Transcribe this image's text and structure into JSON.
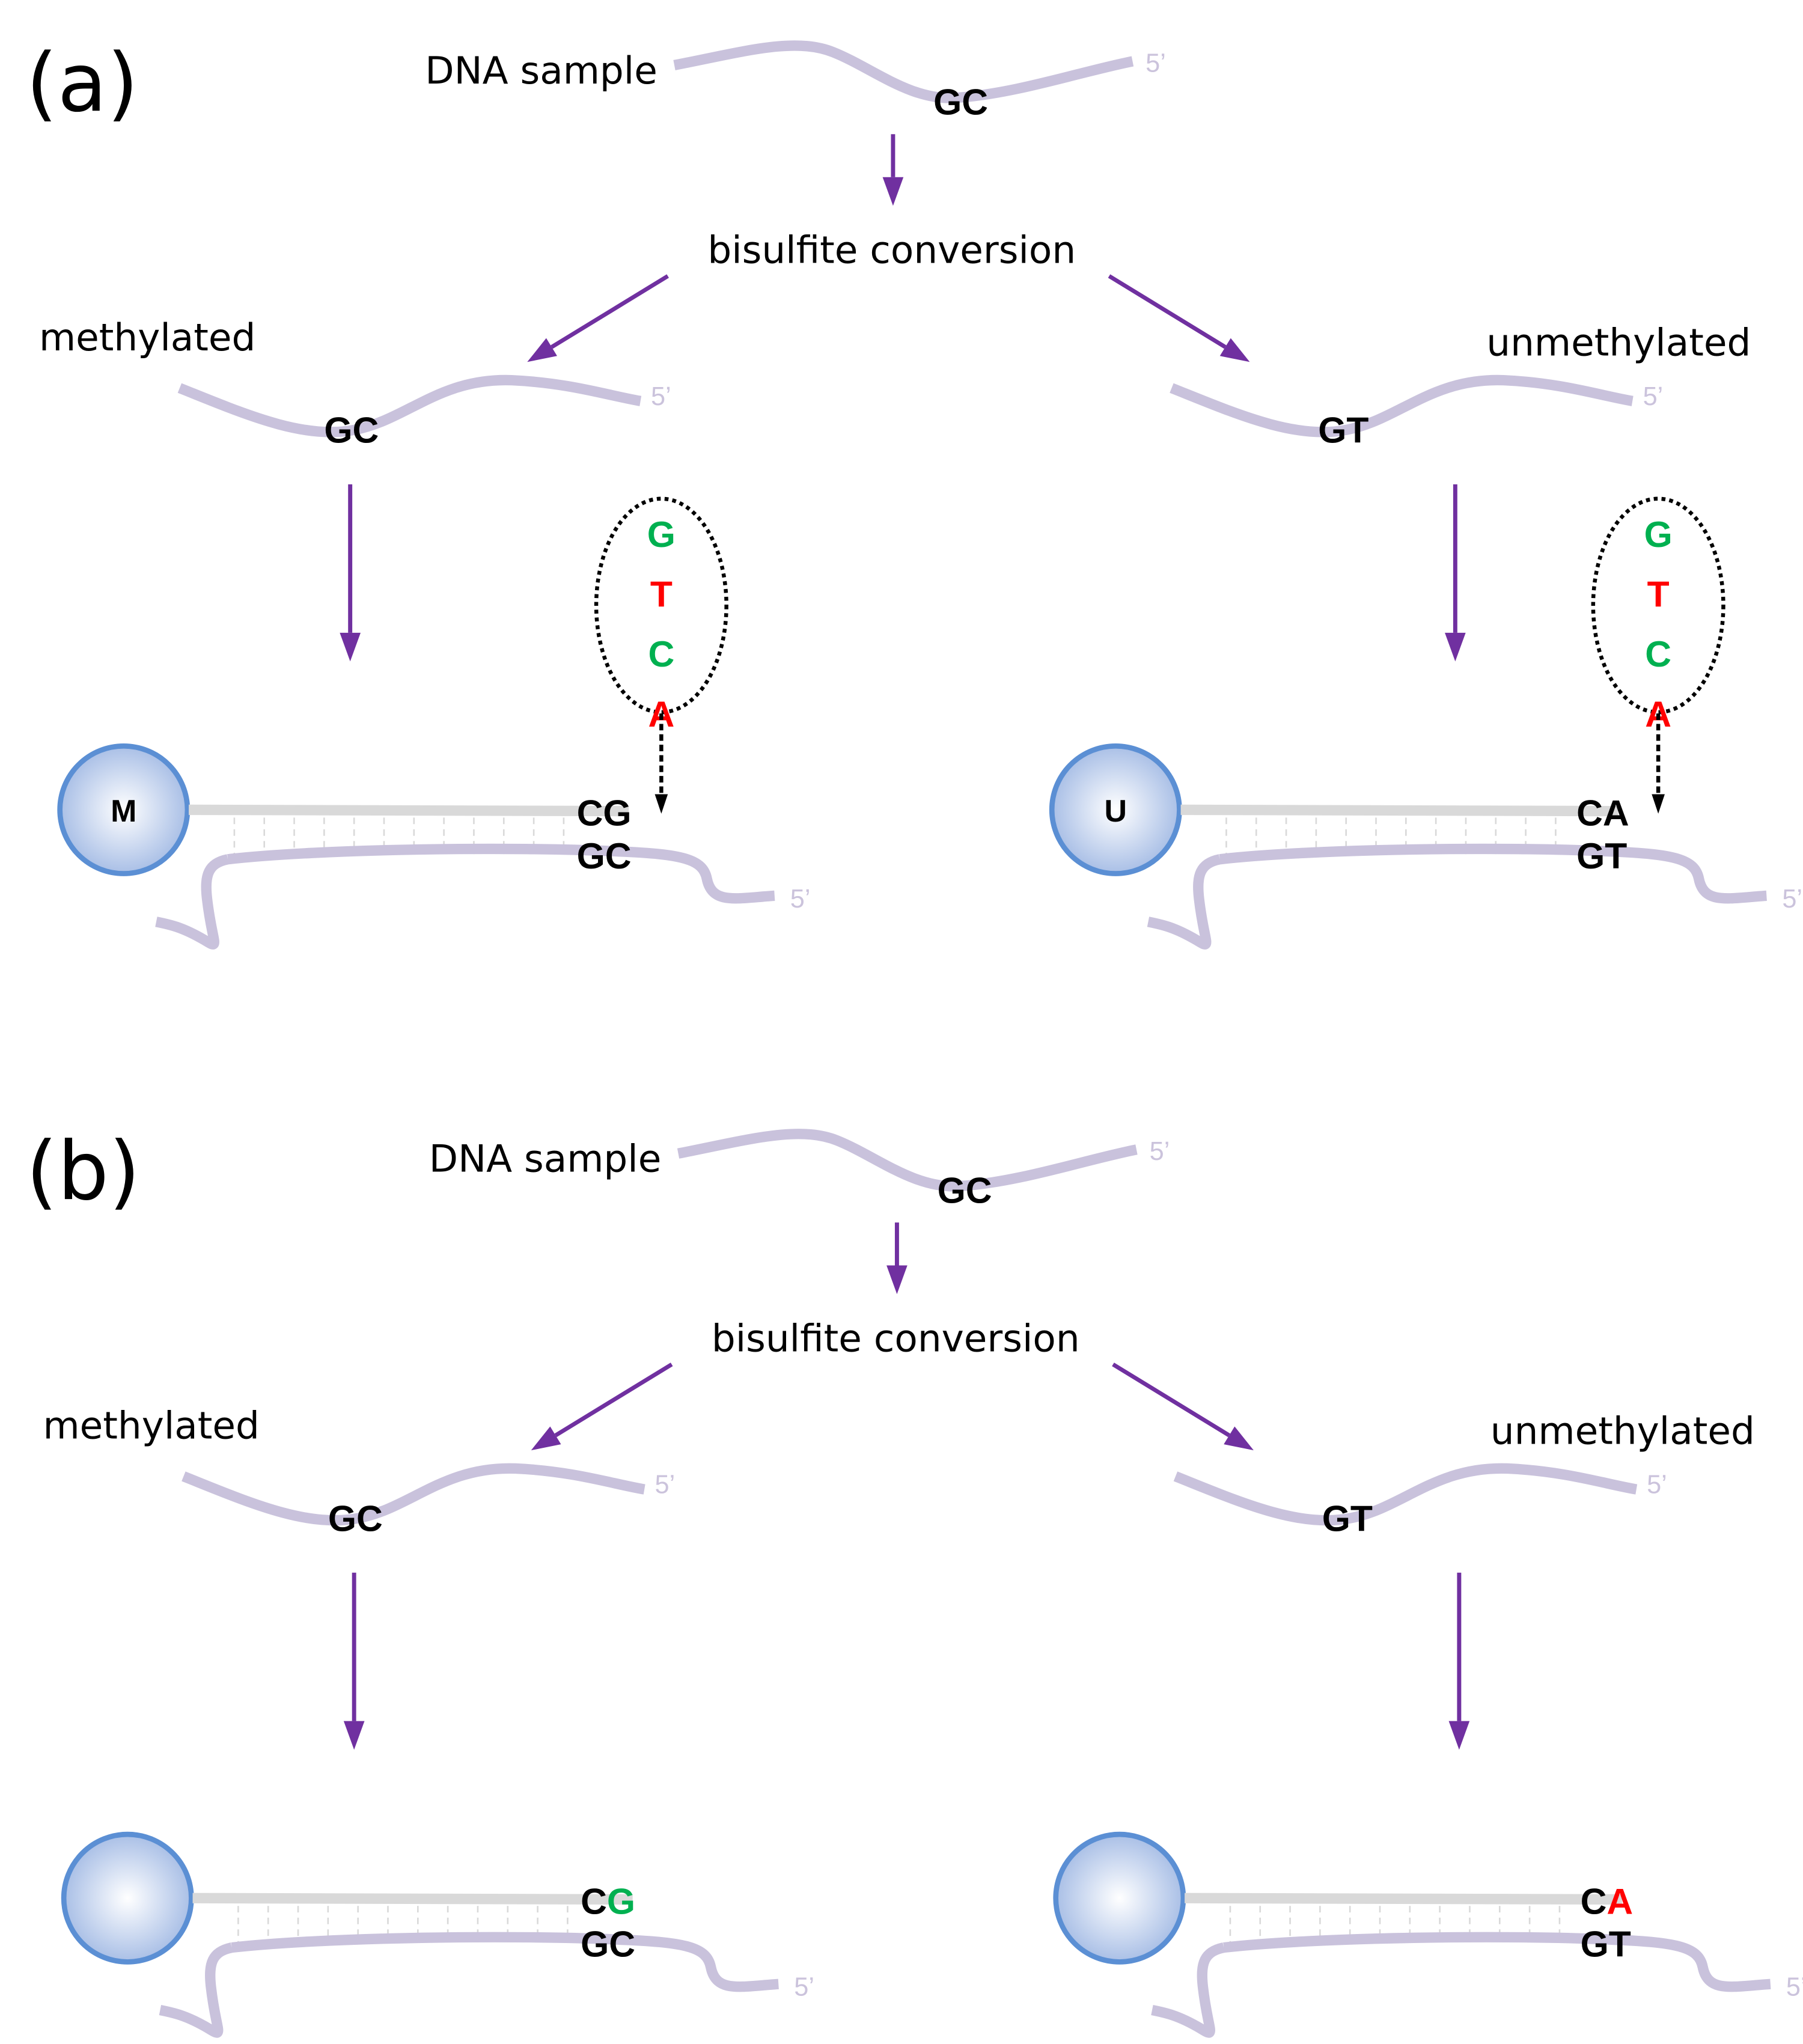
{
  "colors": {
    "arrow": "#7030a0",
    "strand": "#c9c2dc",
    "probe": "#d9d9d9",
    "bead_border": "#5b8fd4",
    "green_base": "#00b050",
    "red_base": "#ff0000"
  },
  "panels": [
    {
      "label": "(a)",
      "dna_sample_label": "DNA sample",
      "sample_site": "GC",
      "five_prime": "5’",
      "step_label": "bisulfite conversion",
      "methylated": {
        "label": "methylated",
        "site": "GC",
        "bead_label": "M",
        "probe_bases": [
          {
            "text": "C",
            "color": "#000000"
          },
          {
            "text": "G",
            "color": "#000000"
          }
        ],
        "target_bases": "GC",
        "candidate_bases": [
          {
            "text": "G",
            "color": "#00b050"
          },
          {
            "text": "T",
            "color": "#ff0000"
          },
          {
            "text": "C",
            "color": "#00b050"
          },
          {
            "text": "A",
            "color": "#ff0000"
          }
        ]
      },
      "unmethylated": {
        "label": "unmethylated",
        "site": "GT",
        "bead_label": "U",
        "probe_bases": [
          {
            "text": "C",
            "color": "#000000"
          },
          {
            "text": "A",
            "color": "#000000"
          }
        ],
        "target_bases": "GT",
        "candidate_bases": [
          {
            "text": "G",
            "color": "#00b050"
          },
          {
            "text": "T",
            "color": "#ff0000"
          },
          {
            "text": "C",
            "color": "#00b050"
          },
          {
            "text": "A",
            "color": "#ff0000"
          }
        ]
      }
    },
    {
      "label": "(b)",
      "dna_sample_label": "DNA sample",
      "sample_site": "GC",
      "five_prime": "5’",
      "step_label": "bisulfite conversion",
      "methylated": {
        "label": "methylated",
        "site": "GC",
        "bead_label": "",
        "probe_bases": [
          {
            "text": "C",
            "color": "#000000"
          },
          {
            "text": "G",
            "color": "#00b050"
          }
        ],
        "target_bases": "GC",
        "candidate_bases": []
      },
      "unmethylated": {
        "label": "unmethylated",
        "site": "GT",
        "bead_label": "",
        "probe_bases": [
          {
            "text": "C",
            "color": "#000000"
          },
          {
            "text": "A",
            "color": "#ff0000"
          }
        ],
        "target_bases": "GT",
        "candidate_bases": []
      }
    }
  ]
}
